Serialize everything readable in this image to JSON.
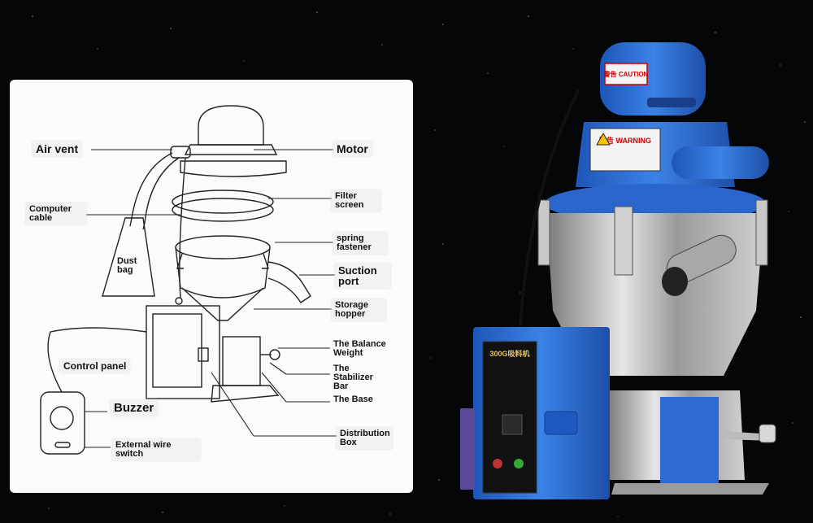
{
  "labels": {
    "air_vent": "Air vent",
    "motor": "Motor",
    "computer_cable": "Computer cable",
    "filter_screen": "Filter screen",
    "dust_bag": "Dust bag",
    "spring_fastener": "spring fastener",
    "suction_port": "Suction port",
    "storage_hopper": "Storage hopper",
    "balance_weight": "The Balance Weight",
    "stabilizer_bar": "The Stabilizer Bar",
    "the_base": "The Base",
    "control_panel": "Control panel",
    "buzzer": "Buzzer",
    "external_wire_switch": "External wire switch",
    "distribution_box": "Distribution Box"
  },
  "machine_photo": {
    "caution_label": "警告 CAUTION",
    "warning_label": "警告 WARNING",
    "panel_title": "300G吸料机",
    "colors": {
      "body": "#2f6fd8",
      "steel": "#c8c8c8",
      "background": "#050608"
    }
  }
}
